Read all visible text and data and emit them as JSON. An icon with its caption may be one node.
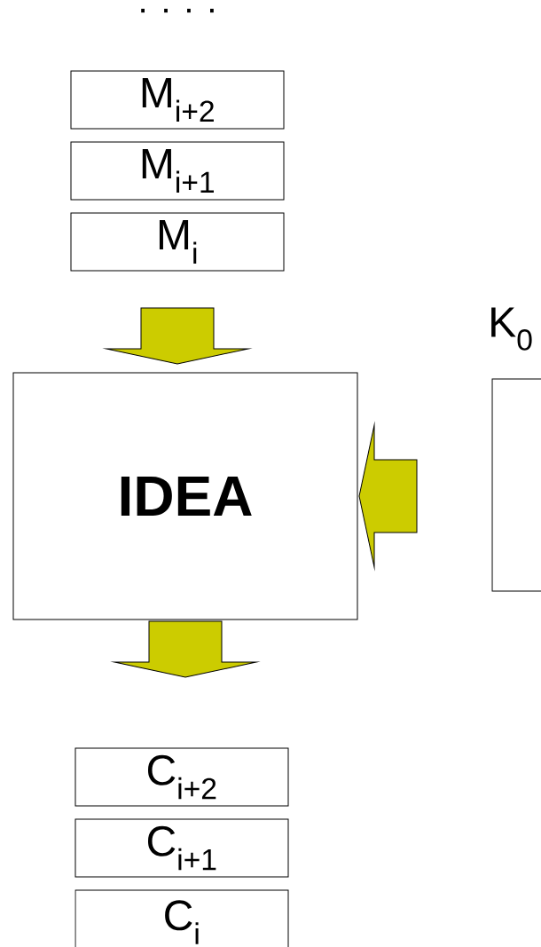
{
  "diagram": {
    "nodes": [
      {
        "text": [
          "M$_{i+2}$"
        ]
      },
      {
        "text": [
          "M$_{i+1}$"
        ]
      },
      {
        "text": [
          "M$_{i}$"
        ]
      },
      {
        "text": [
          "K$_{0}$"
        ]
      },
      {
        "text": [
          "IDEA"
        ]
      },
      {
        "text": [
          "C$_{i+2}$"
        ]
      },
      {
        "text": [
          "C$_{i+1}$"
        ]
      },
      {
        "text": [
          "C$_{i}$"
        ]
      }
    ],
    "edges": [
      {
        "from": 2,
        "to": 4,
        "arrow": "to"
      },
      {
        "from": 3,
        "to": 4,
        "arrow": "to"
      },
      {
        "from": 4,
        "to": 5,
        "arrow": "to"
      }
    ],
    "labels": [
      ". . . ."
    ]
  }
}
